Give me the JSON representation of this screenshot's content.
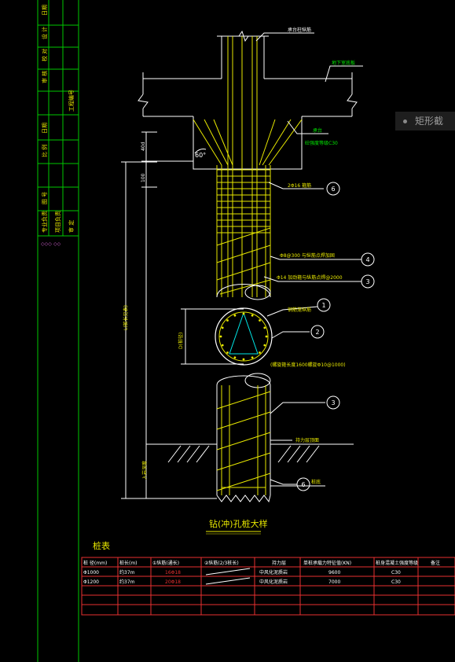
{
  "labels": {
    "top_beam": "承台柱纵筋",
    "ground": "地下室底板",
    "cap_note": "承台",
    "cap_note2": "砼强度等级C30",
    "angle": "60°",
    "d40": "40d",
    "d100": "100",
    "bar6": "2Φ16 箍筋",
    "bar4": "Φ8@300 与纵筋点焊加固",
    "bar3": "Φ14 加劲箍与纵筋点焊@2000",
    "main_bar": "钢筋笼纵筋",
    "dia": "D(桩径)",
    "spiral": "(螺旋箍长度1600螺旋Φ10@1000)",
    "length": "L(桩长见表)",
    "bearing": "持力层顶面",
    "enter": "入岩深度",
    "tip": "桩底",
    "detail_title": "钻(冲)孔桩大样",
    "table_title": "桩表",
    "callouts": [
      "1",
      "2",
      "3",
      "4",
      "6"
    ]
  },
  "table": {
    "headers": [
      "桩 径(mm)",
      "桩长(m)",
      "①纵筋(通长)",
      "②纵筋(2/3桩长)",
      "持力层",
      "单桩承载力特征值(KN)",
      "桩身混凝土强度等级",
      "备注"
    ],
    "rows": [
      [
        "Φ1000",
        "约37m",
        "16Φ18",
        "",
        "中风化泥质岩",
        "9600",
        "C30",
        ""
      ],
      [
        "Φ1200",
        "约37m",
        "20Φ18",
        "",
        "中风化泥质岩",
        "7000",
        "C30",
        ""
      ]
    ]
  },
  "left_strip": [
    "日期",
    "设 计",
    "校 对",
    "审 核",
    "工程编号",
    "日期",
    "比 例",
    "图 号",
    "专业负责",
    "项目负责",
    "审 定"
  ],
  "tooltip": "矩形截"
}
